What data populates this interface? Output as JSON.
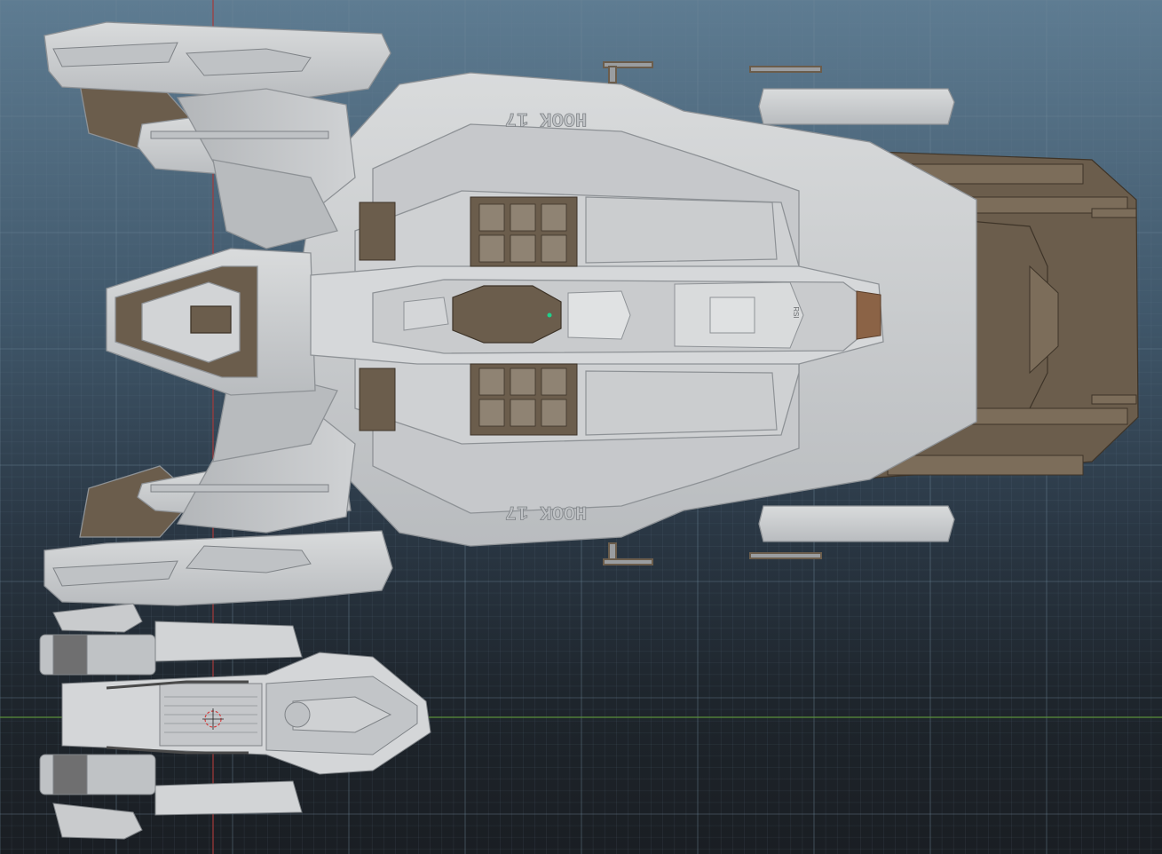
{
  "viewport": {
    "name": "3D modeling viewport – top orthographic view",
    "background_top": "#5e7c92",
    "background_bottom": "#1a1e23",
    "grid_line_color": "#6f8799",
    "axis_x_color": "#5a8f3a",
    "axis_y_color": "#a43a3a",
    "hull_color": "#c9cbcd",
    "recess_color": "#6b5d4c",
    "cursor_color": "#d34040",
    "indicator_color": "#1fd08b"
  },
  "objects": [
    {
      "name": "large-ship-model",
      "decal_text_top": "HOOK 17",
      "decal_text_bottom": "HOOK 17",
      "panel_text": "RSI"
    },
    {
      "name": "small-ship-model"
    }
  ],
  "origin_cursor": {
    "icon": "crosshair-icon"
  }
}
